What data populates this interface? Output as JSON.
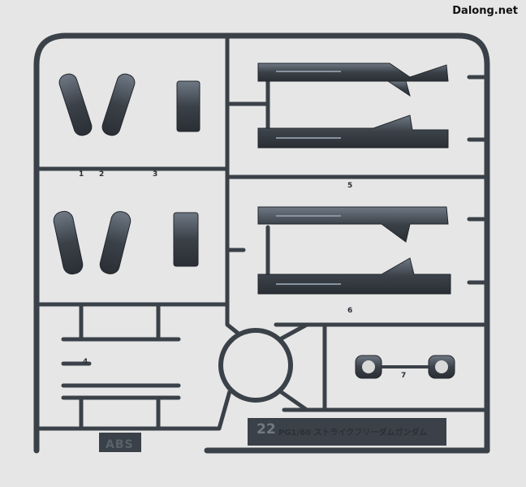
{
  "watermark": "Dalong.net",
  "sprue": {
    "grade_stamp": "22",
    "kit_label": "PG1/60 ストライクフリーダムガンダム",
    "material_stamp": "ABS",
    "part_numbers": [
      "1",
      "2",
      "3",
      "4",
      "5",
      "6",
      "7"
    ],
    "colors": {
      "background": "#e6e6e6",
      "plastic": "#3b4148",
      "highlight": "#6f7985"
    }
  }
}
